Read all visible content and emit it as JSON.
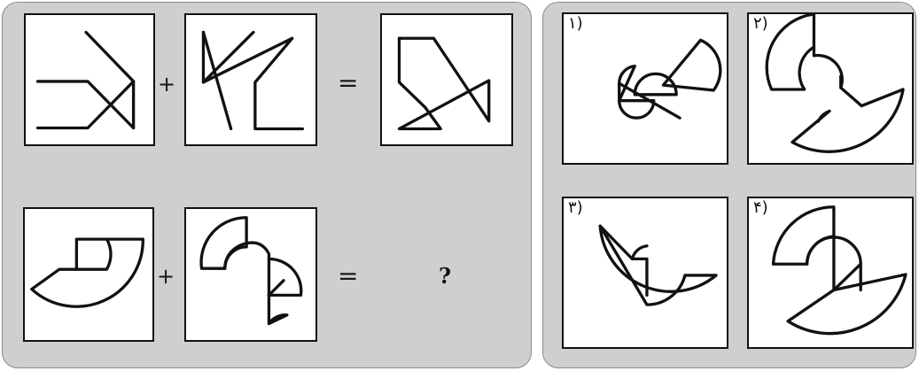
{
  "puzzle": {
    "row1": {
      "plus": "+",
      "equals": "="
    },
    "row2": {
      "plus": "+",
      "equals": "=",
      "unknown": "?"
    }
  },
  "options": [
    {
      "label": "۱)"
    },
    {
      "label": "۲)"
    },
    {
      "label": "۳)"
    },
    {
      "label": "۴)"
    }
  ]
}
